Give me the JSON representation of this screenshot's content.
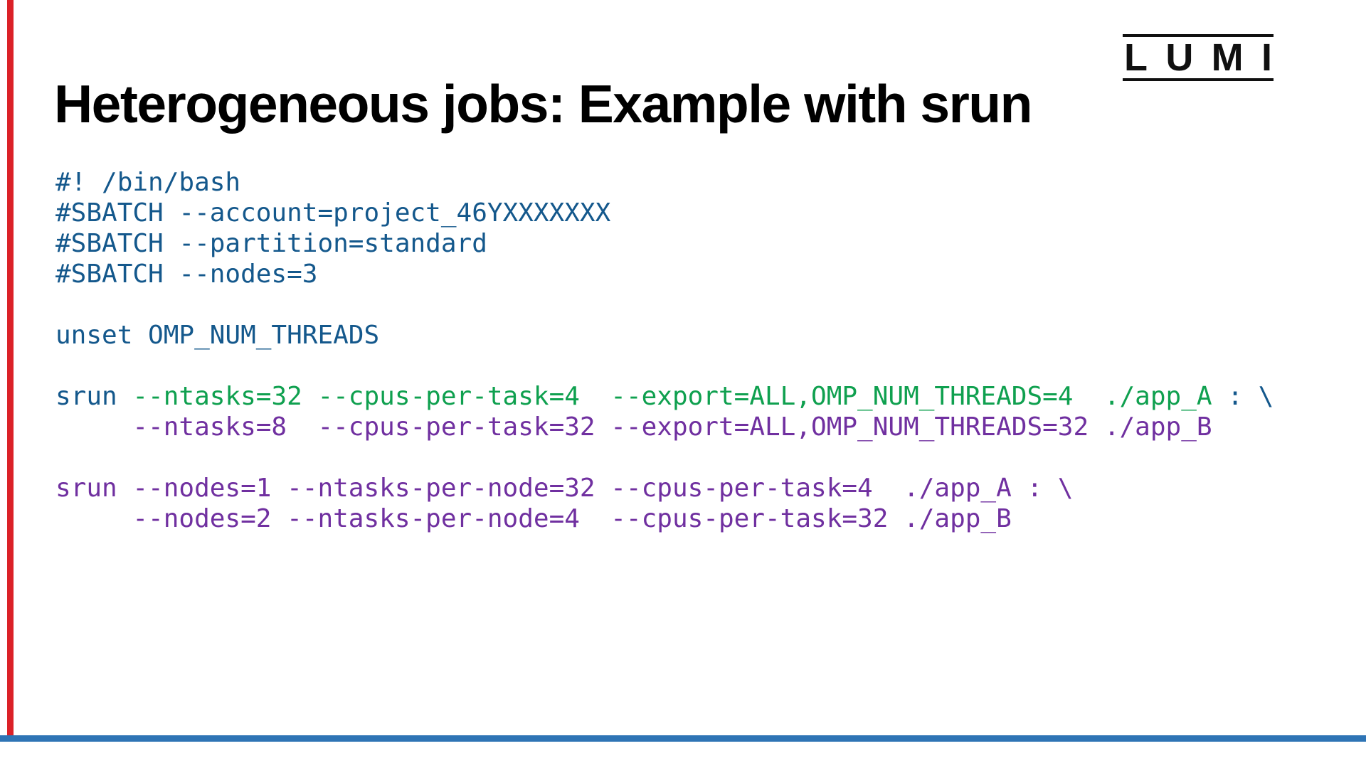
{
  "title": "Heterogeneous jobs: Example with srun",
  "logo": {
    "letters": [
      "L",
      "U",
      "M",
      "I"
    ]
  },
  "colors": {
    "blue": "#14588C",
    "green": "#0FA04F",
    "purple": "#7030A0",
    "red_bar": "#DB2128",
    "blue_bar": "#2E74B5"
  },
  "code": {
    "lines": [
      {
        "segments": [
          {
            "text": "#! /bin/bash",
            "color": "blue"
          }
        ]
      },
      {
        "segments": [
          {
            "text": "#SBATCH --account=project_46YXXXXXXX",
            "color": "blue"
          }
        ]
      },
      {
        "segments": [
          {
            "text": "#SBATCH --partition=standard",
            "color": "blue"
          }
        ]
      },
      {
        "segments": [
          {
            "text": "#SBATCH --nodes=3",
            "color": "blue"
          }
        ]
      },
      {
        "segments": []
      },
      {
        "segments": [
          {
            "text": "unset OMP_NUM_THREADS",
            "color": "blue"
          }
        ]
      },
      {
        "segments": []
      },
      {
        "segments": [
          {
            "text": "srun ",
            "color": "blue"
          },
          {
            "text": "--ntasks=32 --cpus-per-task=4  --export=ALL,OMP_NUM_THREADS=4  ./app_A",
            "color": "green"
          },
          {
            "text": " : \\",
            "color": "blue"
          }
        ]
      },
      {
        "segments": [
          {
            "text": "     --ntasks=8  --cpus-per-task=32 --export=ALL,OMP_NUM_THREADS=32 ./app_B",
            "color": "purple"
          }
        ]
      },
      {
        "segments": []
      },
      {
        "segments": [
          {
            "text": "srun --nodes=1 --ntasks-per-node=32 --cpus-per-task=4  ./app_A : \\",
            "color": "purple"
          }
        ]
      },
      {
        "segments": [
          {
            "text": "     --nodes=2 --ntasks-per-node=4  --cpus-per-task=32 ./app_B",
            "color": "purple"
          }
        ]
      }
    ]
  }
}
